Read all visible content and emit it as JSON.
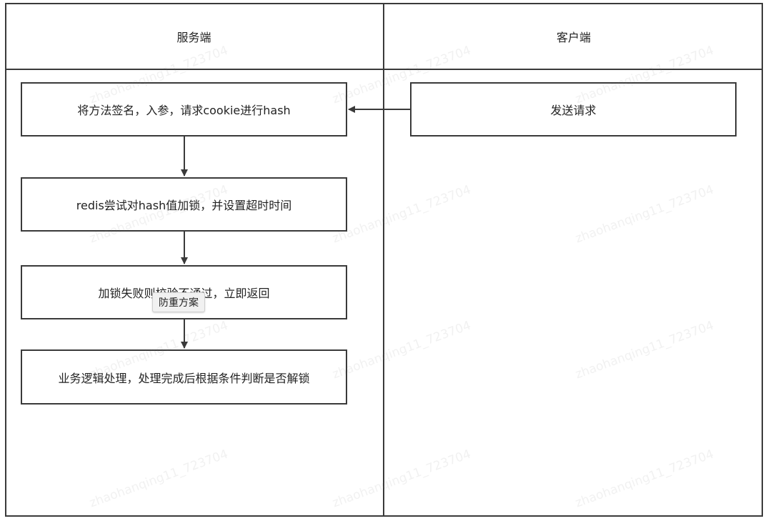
{
  "lanes": {
    "server": "服务端",
    "client": "客户端"
  },
  "nodes": {
    "sign_hash": "将方法签名，入参，请求cookie进行hash",
    "redis_lock": "redis尝试对hash值加锁，并设置超时时间",
    "lock_fail": "加锁失败则校验不通过，立即返回",
    "business": "业务逻辑处理，处理完成后根据条件判断是否解锁",
    "send_request": "发送请求"
  },
  "tooltip": "防重方案",
  "watermark": "zhaohanqing11_723704",
  "colors": {
    "stroke": "#3a3a3a",
    "background": "#ffffff"
  }
}
